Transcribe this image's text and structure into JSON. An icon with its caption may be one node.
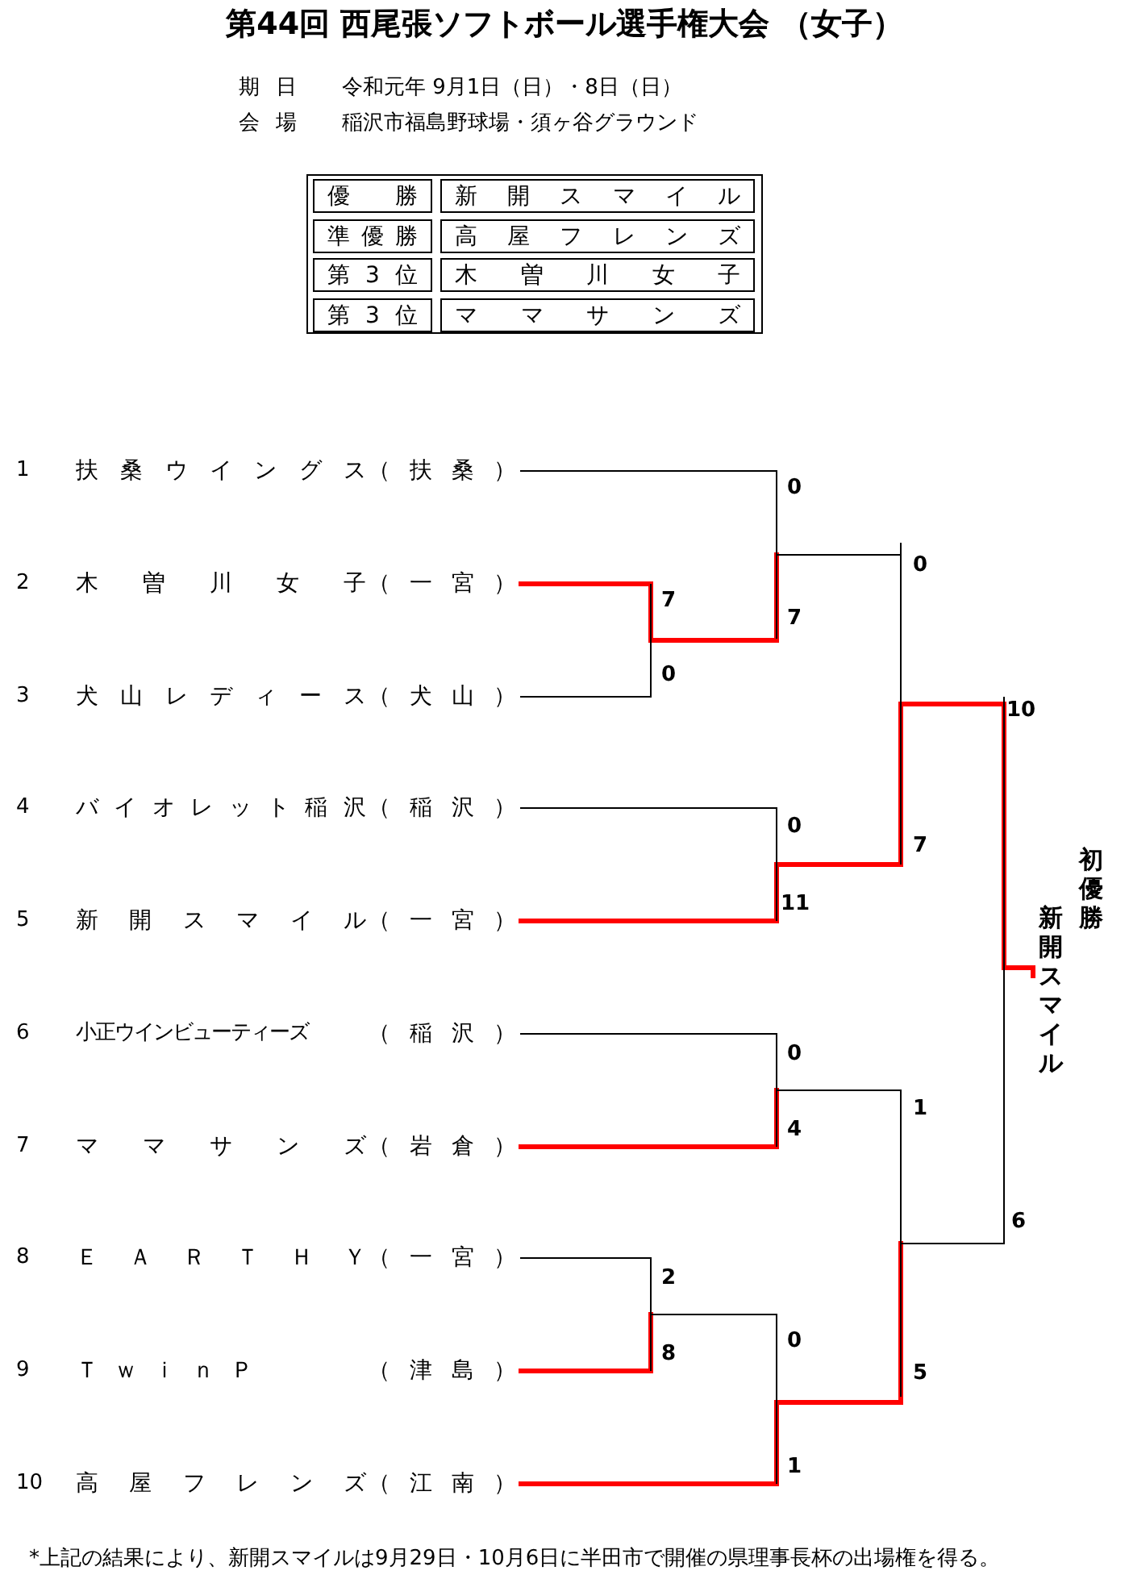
{
  "diagram": {
    "title": "第44回 西尾張ソフトボール選手権大会 （女子）",
    "caption": "*上記の結果により、新開スマイルは9月29日・10月6日に半田市で開催の県理事長杯の出場権を得る。",
    "nodes": [
      {
        "text": [
          "1",
          "扶桑ウイングス",
          "（扶桑）"
        ]
      },
      {
        "text": [
          "2",
          "木曽川女子",
          "（一宮）"
        ]
      },
      {
        "text": [
          "3",
          "犬山レディース",
          "（犬山）"
        ]
      },
      {
        "text": [
          "4",
          "バイオレット稲沢",
          "（稲沢）"
        ]
      },
      {
        "text": [
          "5",
          "新開スマイル",
          "（一宮）"
        ]
      },
      {
        "text": [
          "6",
          "小正ウインビューティーズ",
          "（稲沢）"
        ]
      },
      {
        "text": [
          "7",
          "ママサンズ",
          "（岩倉）"
        ]
      },
      {
        "text": [
          "8",
          "ＥＡＲＴＨＹ",
          "（一宮）"
        ]
      },
      {
        "text": [
          "9",
          "ＴｗｉｎＰ",
          "（津島）"
        ]
      },
      {
        "text": [
          "10",
          "高屋フレンズ",
          "（江南）"
        ]
      },
      {
        "text": [],
        "shape": "bar"
      },
      {
        "text": [],
        "shape": "bar"
      },
      {
        "text": [],
        "shape": "bar"
      },
      {
        "text": [],
        "shape": "bar"
      },
      {
        "text": [],
        "shape": "bar"
      },
      {
        "text": [],
        "shape": "bar"
      },
      {
        "text": [],
        "shape": "bar"
      },
      {
        "text": [],
        "shape": "bar"
      },
      {
        "text": [],
        "shape": "bar"
      },
      {
        "text": [
          "初優勝",
          "新開スマイル"
        ]
      }
    ],
    "edges": [
      {
        "from": 1,
        "to": 10,
        "arrow": "none",
        "label": "7"
      },
      {
        "from": 2,
        "to": 10,
        "arrow": "none",
        "label": "0",
        "color": "#000000"
      },
      {
        "from": 0,
        "to": 11,
        "arrow": "none",
        "label": "0",
        "color": "#000000"
      },
      {
        "from": 10,
        "to": 11,
        "arrow": "none",
        "label": "7"
      },
      {
        "from": 3,
        "to": 12,
        "arrow": "none",
        "label": "0",
        "color": "#000000"
      },
      {
        "from": 4,
        "to": 12,
        "arrow": "none",
        "label": "11"
      },
      {
        "from": 11,
        "to": 13,
        "arrow": "none",
        "label": "0",
        "color": "#000000"
      },
      {
        "from": 12,
        "to": 13,
        "arrow": "none",
        "label": "7"
      },
      {
        "from": 5,
        "to": 14,
        "arrow": "none",
        "label": "0",
        "color": "#000000"
      },
      {
        "from": 6,
        "to": 14,
        "arrow": "none",
        "label": "4"
      },
      {
        "from": 7,
        "to": 15,
        "arrow": "none",
        "label": "2",
        "color": "#000000"
      },
      {
        "from": 8,
        "to": 15,
        "arrow": "none",
        "label": "8"
      },
      {
        "from": 15,
        "to": 16,
        "arrow": "none",
        "label": "0",
        "color": "#000000"
      },
      {
        "from": 9,
        "to": 16,
        "arrow": "none",
        "label": "1"
      },
      {
        "from": 14,
        "to": 17,
        "arrow": "none",
        "label": "1",
        "color": "#000000"
      },
      {
        "from": 16,
        "to": 17,
        "arrow": "none",
        "label": "5"
      },
      {
        "from": 13,
        "to": 18,
        "arrow": "none",
        "label": "10"
      },
      {
        "from": 17,
        "to": 18,
        "arrow": "none",
        "label": "6",
        "color": "#000000"
      },
      {
        "from": 18,
        "to": 19,
        "arrow": "none"
      }
    ],
    "labels": [
      "期日",
      "令和元年 9月1日（日）・8日（日）",
      "会場",
      "稲沢市福島野球場・須ヶ谷グラウンド",
      "優勝",
      "新開スマイル",
      "準優勝",
      "高屋フレンズ",
      "第 3 位",
      "木曽川女子",
      "第 3 位",
      "ママサンズ"
    ]
  }
}
